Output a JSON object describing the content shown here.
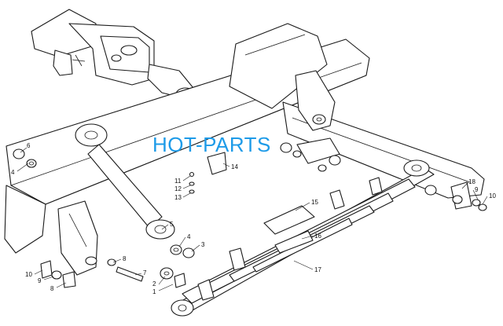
{
  "watermark": {
    "text": "HOT-PARTS",
    "color": "#1e9be8"
  },
  "callouts": [
    {
      "id": "c6a",
      "label": "6"
    },
    {
      "id": "c4a",
      "label": "4"
    },
    {
      "id": "c14",
      "label": "14"
    },
    {
      "id": "c11",
      "label": "11"
    },
    {
      "id": "c12",
      "label": "12"
    },
    {
      "id": "c13",
      "label": "13"
    },
    {
      "id": "c15",
      "label": "15"
    },
    {
      "id": "c16",
      "label": "16"
    },
    {
      "id": "c17",
      "label": "17"
    },
    {
      "id": "c18",
      "label": "18"
    },
    {
      "id": "c9a",
      "label": "9"
    },
    {
      "id": "c10a",
      "label": "10"
    },
    {
      "id": "c5",
      "label": "5"
    },
    {
      "id": "c4b",
      "label": "4"
    },
    {
      "id": "c3",
      "label": "3"
    },
    {
      "id": "c8a",
      "label": "8"
    },
    {
      "id": "c7",
      "label": "7"
    },
    {
      "id": "c2",
      "label": "2"
    },
    {
      "id": "c1",
      "label": "1"
    },
    {
      "id": "c10b",
      "label": "10"
    },
    {
      "id": "c9b",
      "label": "9"
    },
    {
      "id": "c8b",
      "label": "8"
    }
  ]
}
